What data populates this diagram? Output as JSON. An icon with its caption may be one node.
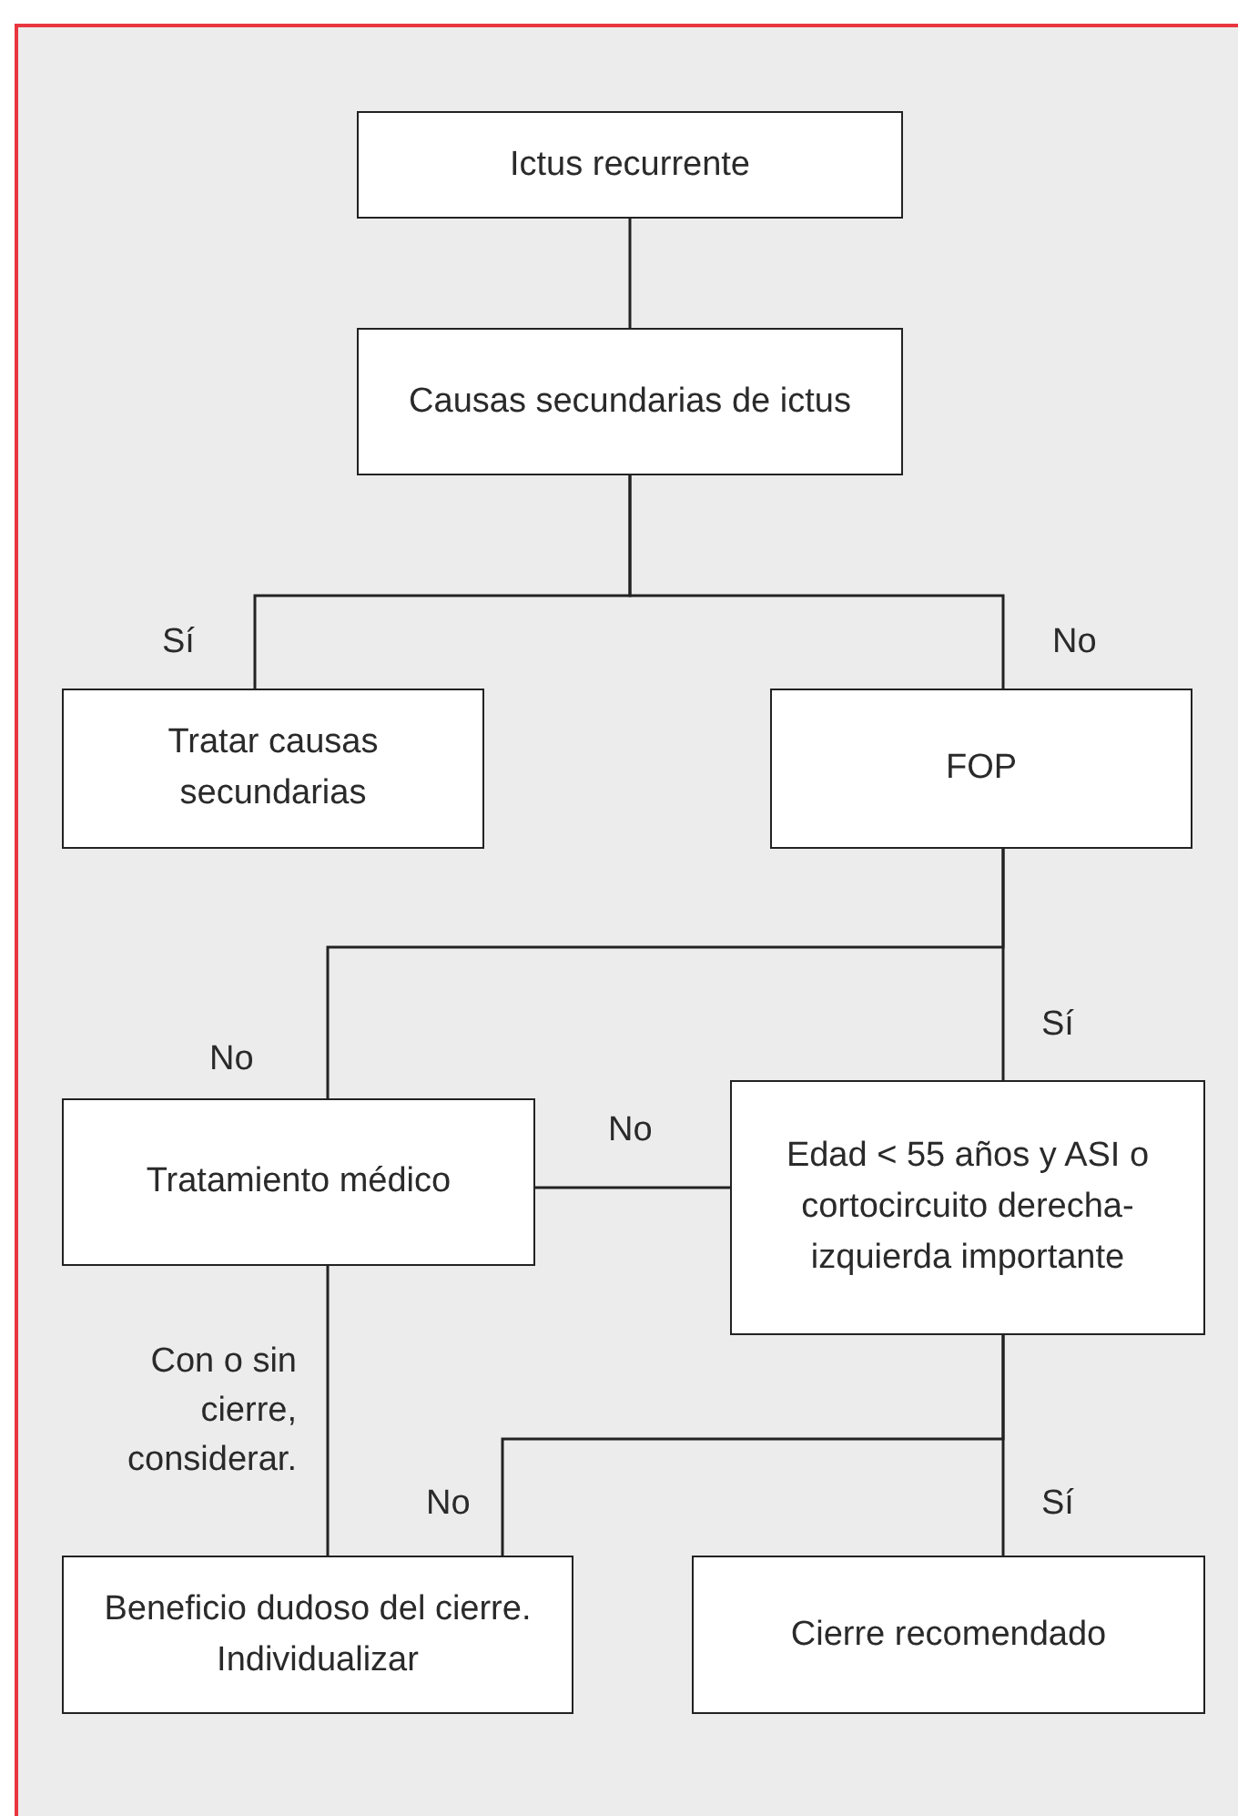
{
  "diagram": {
    "nodes": [
      {
        "text": [
          "Ictus recurrente"
        ]
      },
      {
        "text": [
          "Causas secundarias de ictus"
        ]
      },
      {
        "text": [
          "Tratar causas secundarias"
        ]
      },
      {
        "text": [
          "FOP"
        ]
      },
      {
        "text": [
          "Tratamiento médico"
        ]
      },
      {
        "text": [
          "Edad < 55 años y ASI o cortocircuito derecha-izquierda importante"
        ]
      },
      {
        "text": [
          "Beneficio dudoso del cierre. Individualizar"
        ]
      },
      {
        "text": [
          "Cierre recomendado"
        ]
      }
    ],
    "edges": [
      {
        "from": 0,
        "to": 1,
        "arrow": "none"
      },
      {
        "from": 1,
        "to": 2,
        "arrow": "none",
        "label": "Sí"
      },
      {
        "from": 1,
        "to": 3,
        "arrow": "none",
        "label": "No"
      },
      {
        "from": 3,
        "to": 4,
        "arrow": "none",
        "label": "No"
      },
      {
        "from": 3,
        "to": 5,
        "arrow": "none",
        "label": "Sí"
      },
      {
        "from": 5,
        "to": 4,
        "arrow": "none",
        "label": "No"
      },
      {
        "from": 4,
        "to": 6,
        "arrow": "none",
        "label": "Con o sin cierre, considerar."
      },
      {
        "from": 5,
        "to": 6,
        "arrow": "none",
        "label": "No"
      },
      {
        "from": 5,
        "to": 7,
        "arrow": "none",
        "label": "Sí"
      }
    ]
  }
}
